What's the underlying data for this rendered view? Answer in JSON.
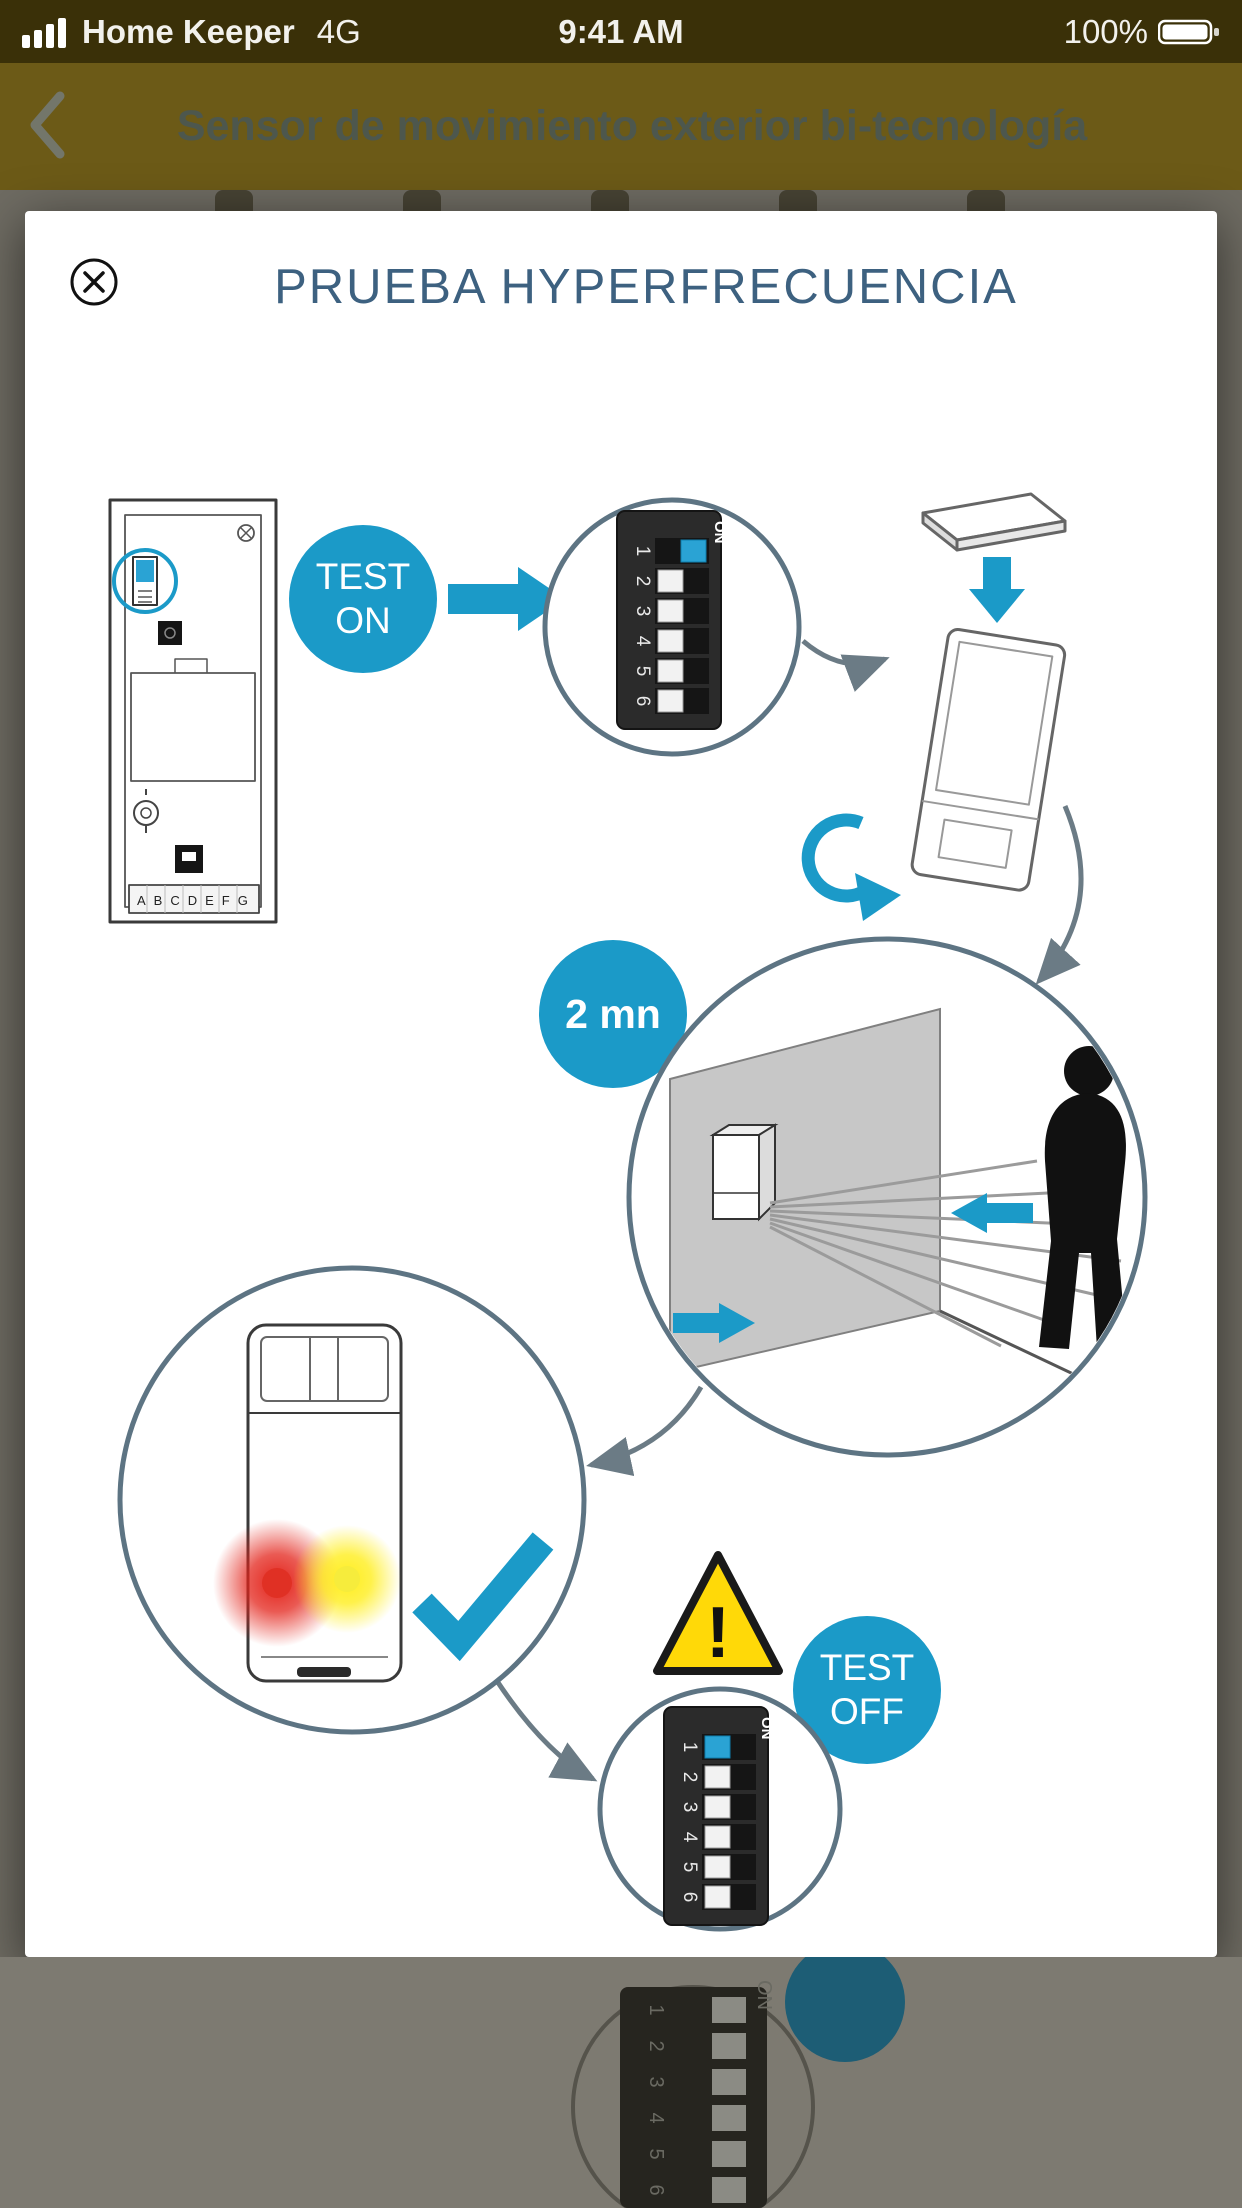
{
  "status_bar": {
    "carrier": "Home Keeper",
    "network": "4G",
    "time": "9:41 AM",
    "battery_percent": "100%"
  },
  "nav_bar": {
    "title": "Sensor de movimiento exterior bi-tecnología"
  },
  "modal": {
    "title": "PRUEBA HYPERFRECUENCIA"
  },
  "diagram": {
    "test_on": {
      "line1": "TEST",
      "line2": "ON"
    },
    "timer": "2 mn",
    "test_off": {
      "line1": "TEST",
      "line2": "OFF"
    },
    "warning_mark": "!",
    "terminal_strip": "ABCDEFG",
    "dip_switch": {
      "on_label": "ON",
      "numbers": [
        "1",
        "2",
        "3",
        "4",
        "5",
        "6"
      ]
    }
  },
  "icons": {
    "back": "chevron-left",
    "close": "circle-x",
    "signal": "cellular-signal-4-bars",
    "battery": "battery-full",
    "warning": "warning-triangle",
    "confirm": "checkmark",
    "rotate": "rotate-clockwise-arrow",
    "step": "arrow-right"
  },
  "colors": {
    "accent_blue": "#1b9ac8",
    "title_blue": "#3d6180",
    "circle_stroke": "#5d7483",
    "warning_yellow": "#ffd908",
    "led_red": "#e03024",
    "led_yellow": "#f6ec3c"
  }
}
